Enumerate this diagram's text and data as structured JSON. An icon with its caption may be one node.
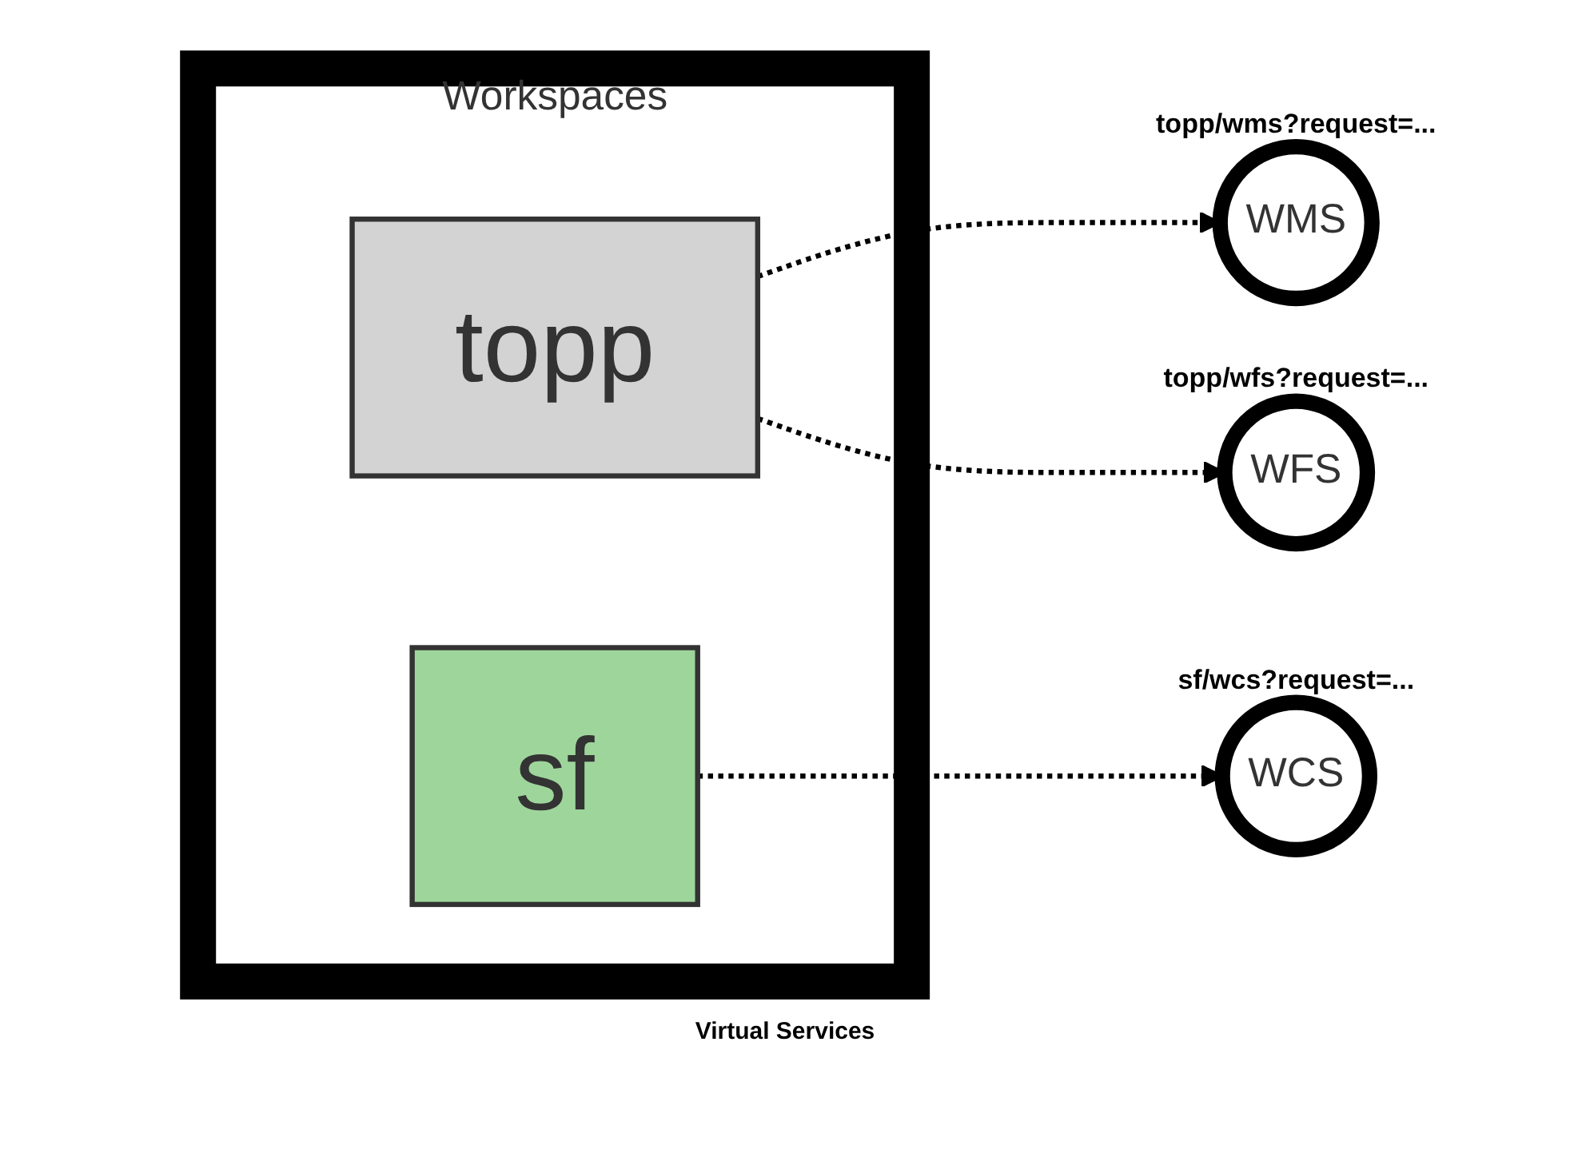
{
  "diagram": {
    "nodes": [
      {
        "text": [
          "Workspaces"
        ]
      },
      {
        "text": [
          "topp"
        ],
        "in": 0
      },
      {
        "text": [
          "sf"
        ],
        "in": 0
      },
      {
        "text": [
          "WMS"
        ],
        "beside": [
          "topp/wms?request=..."
        ]
      },
      {
        "text": [
          "WFS"
        ],
        "beside": [
          "topp/wfs?request=..."
        ]
      },
      {
        "text": [
          "WCS"
        ],
        "beside": [
          "sf/wcs?request=..."
        ]
      }
    ],
    "edges": [
      {
        "from": 1,
        "to": 3,
        "arrow": "to",
        "style": "dashed"
      },
      {
        "from": 1,
        "to": 4,
        "arrow": "to",
        "style": "dashed"
      },
      {
        "from": 2,
        "to": 5,
        "arrow": "to",
        "style": "dashed"
      }
    ],
    "labels": [
      "Virtual Services"
    ]
  }
}
